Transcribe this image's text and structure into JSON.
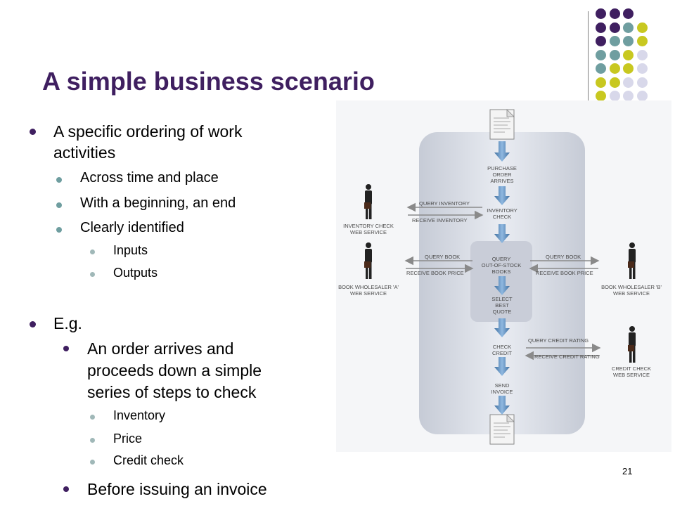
{
  "slide": {
    "title": "A simple business scenario",
    "page_number": "21",
    "accent_colors": {
      "purple": "#3f1f60",
      "teal": "#6f9ea0",
      "olive": "#c8c820",
      "lavender": "#d8d8ea"
    }
  },
  "bullets": {
    "b1": "A specific ordering of work",
    "b1_cont": "activities",
    "b1_1": "Across time and place",
    "b1_2": "With a beginning, an end",
    "b1_3": "Clearly identified",
    "b1_3_1": "Inputs",
    "b1_3_2": "Outputs",
    "b2": "E.g.",
    "b2_1_l1": "An order arrives and",
    "b2_1_l2": "proceeds down a simple",
    "b2_1_l3": "series of steps to check",
    "b2_1_1": "Inventory",
    "b2_1_2": "Price",
    "b2_1_3": "Credit check",
    "b2_2": "Before issuing an invoice"
  },
  "diagram": {
    "steps": {
      "purchase": "PURCHASE\nORDER\nARRIVES",
      "inventory": "INVENTORY\nCHECK",
      "query_books": "QUERY\nOUT-OF-STOCK\nBOOKS",
      "select": "SELECT\nBEST\nQUOTE",
      "check_credit": "CHECK\nCREDIT",
      "send_invoice": "SEND\nINVOICE"
    },
    "arrows": {
      "query_inventory": "QUERY INVENTORY",
      "receive_inventory": "RECEIVE INVENTORY",
      "query_book_left": "QUERY BOOK",
      "receive_price_left": "RECEIVE BOOK PRICE",
      "query_book_right": "QUERY BOOK",
      "receive_price_right": "RECEIVE BOOK PRICE",
      "query_credit": "QUERY CREDIT RATING",
      "receive_credit": "RECEIVE CREDIT RATING"
    },
    "services": {
      "inventory": "INVENTORY CHECK\nWEB SERVICE",
      "wholesaler_a": "BOOK WHOLESALER 'A'\nWEB SERVICE",
      "wholesaler_b": "BOOK WHOLESALER 'B'\nWEB SERVICE",
      "credit": "CREDIT CHECK\nWEB SERVICE"
    }
  }
}
